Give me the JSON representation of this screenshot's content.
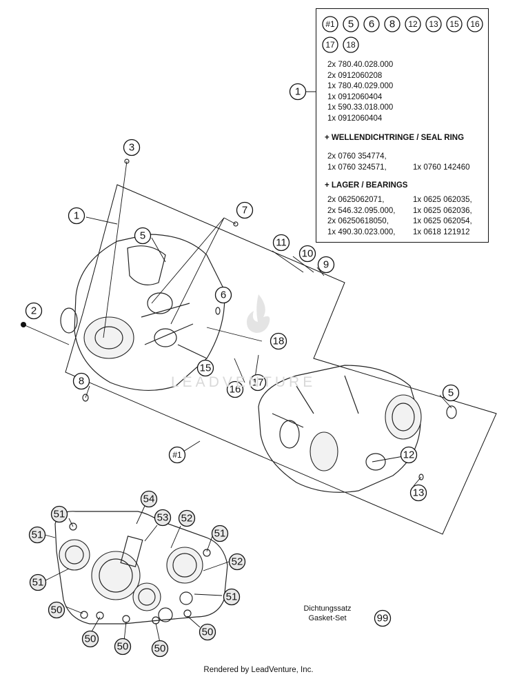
{
  "parts_box": {
    "header_callouts": [
      "#1",
      "5",
      "6",
      "8",
      "12",
      "13",
      "15",
      "16",
      "17",
      "18"
    ],
    "item_callout": "1",
    "crankcase_lines": [
      "2x 780.40.028.000",
      "2x 0912060208",
      "1x 780.40.029.000",
      "1x 0912060404",
      "1x 590.33.018.000",
      "1x 0912060404"
    ],
    "seal_ring_heading": "+ WELLENDICHTRINGE /  SEAL RING",
    "seal_ring_rows": [
      {
        "c1": "2x 0760 354774,",
        "c2": ""
      },
      {
        "c1": "1x 0760 324571,",
        "c2": "1x 0760 142460"
      }
    ],
    "bearings_heading": "+ LAGER / BEARINGS",
    "bearing_rows": [
      {
        "c1": "2x 0625062071,",
        "c2": "1x 0625 062035,"
      },
      {
        "c1": "2x 546.32.095.000,",
        "c2": "1x 0625 062036,"
      },
      {
        "c1": "2x 06250618050,",
        "c2": "1x 0625 062054,"
      },
      {
        "c1": "1x 490.30.023.000,",
        "c2": "1x 0618 121912"
      }
    ]
  },
  "callouts": {
    "c1_main": "1",
    "c2": "2",
    "c3": "3",
    "c5_top": "5",
    "c6": "6",
    "c7": "7",
    "c8": "8",
    "c9": "9",
    "c10": "10",
    "c11": "11",
    "c12": "12",
    "c13": "13",
    "c15": "15",
    "c16": "16",
    "c17": "17",
    "c18": "18",
    "c5_right": "5",
    "c_set": "#1",
    "c51_a": "51",
    "c51_b": "51",
    "c51_c": "51",
    "c51_d": "51",
    "c52_a": "52",
    "c52_b": "52",
    "c53": "53",
    "c54": "54",
    "c50_a": "50",
    "c50_b": "50",
    "c50_c": "50",
    "c50_d": "50",
    "c50_e": "50",
    "c99": "99"
  },
  "gasket_set": {
    "line1": "Dichtungssatz",
    "line2": "Gasket-Set"
  },
  "watermark": "LEADVENTURE",
  "footer": "Rendered by LeadVenture, Inc.",
  "colors": {
    "ink": "#111111",
    "watermark": "#d9d9d9"
  }
}
